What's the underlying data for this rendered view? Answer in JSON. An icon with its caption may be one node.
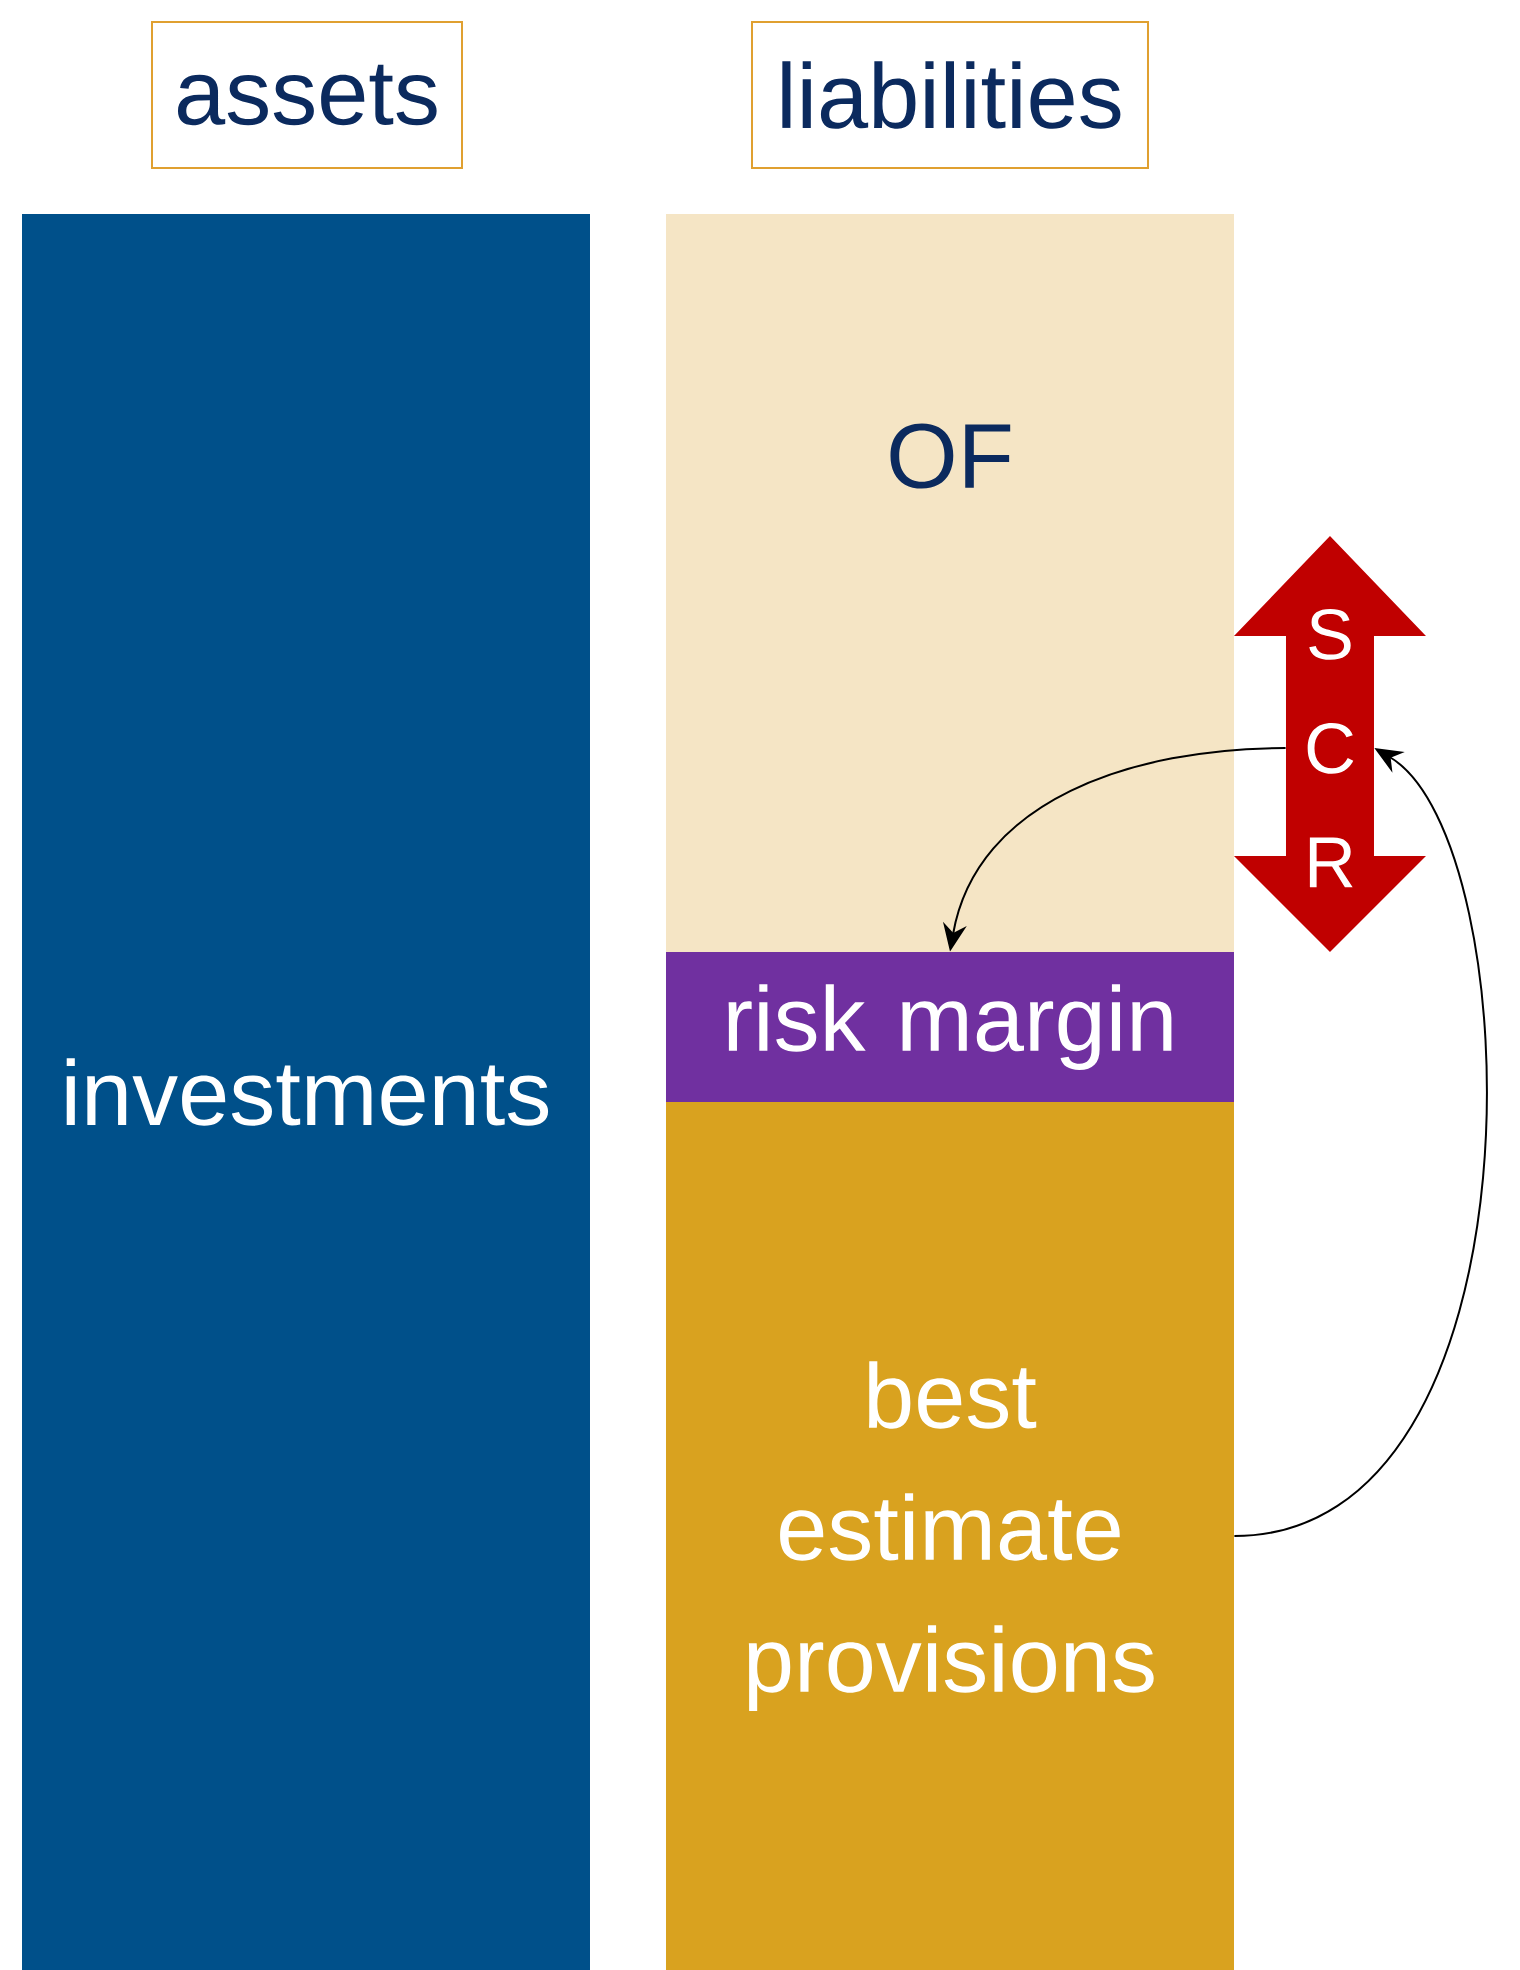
{
  "diagram": {
    "nodes": [
      {
        "text": [
          "assets"
        ]
      },
      {
        "text": [
          "liabilities"
        ]
      },
      {
        "text": [
          "investments"
        ]
      },
      {
        "text": [
          "OF"
        ]
      },
      {
        "text": [
          "risk margin"
        ]
      },
      {
        "text": [
          "best estimate provisions"
        ]
      },
      {
        "text": [
          "S C R"
        ]
      }
    ],
    "edges": [
      {
        "from": 6,
        "to": 4,
        "arrow": "to"
      },
      {
        "from": 5,
        "to": 6,
        "arrow": "to"
      }
    ]
  }
}
